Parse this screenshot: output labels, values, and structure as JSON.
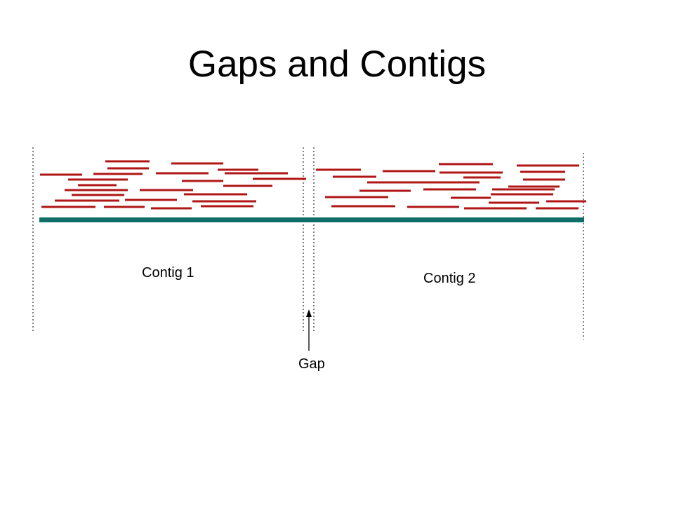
{
  "title": "Gaps and Contigs",
  "labels": {
    "contig_1": "Contig 1",
    "contig_2": "Contig 2",
    "gap": "Gap"
  },
  "colors": {
    "read": "#b01616",
    "contig_bar": "#0f6e68",
    "guide_line": "#000000",
    "text": "#000000"
  }
}
